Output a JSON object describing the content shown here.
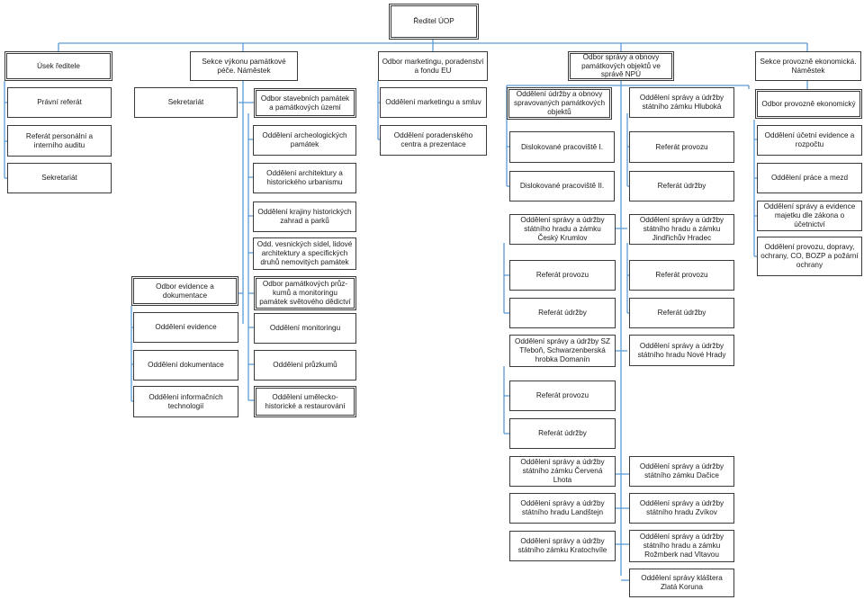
{
  "title": "Ředitel ÚOP",
  "sections": {
    "usek": "Úsek ředitele",
    "sekce_pece": "Sekce výkonu památkové péče. Náměstek",
    "marketing": "Odbor marketingu, poradenství a fondu EU",
    "odbor_spravy": "Odbor správy a obnovy památkových objektů ve správě NPÚ",
    "sekce_eko": "Sekce provozně ekonomická. Náměstek"
  },
  "usek_items": [
    "Právní referát",
    "Referát personální a interního auditu",
    "Sekretariát"
  ],
  "pece": {
    "sekretariat": "Sekretariát",
    "odbor_stavebnich": "Odbor stavebních památek a památkových území",
    "departments": [
      "Oddělení archeologických památek",
      "Oddělení architektury a historického urbanismu",
      "Oddělení krajiny historických zahrad a parků",
      "Odd. vesnických sídel, lidové architektury a specifických druhů nemovitých památek"
    ],
    "odbor_pruzkumu": "Odbor památkových průz-kumů a monitoringu památek světového dědictví",
    "pruzkumy_items": [
      "Oddělení monitoringu",
      "Oddělení průzkumů",
      "Oddělení umělecko-historické a restaurování"
    ],
    "odbor_evidence": "Odbor evidence a dokumentace",
    "evidence_items": [
      "Oddělení evidence",
      "Oddělení dokumentace",
      "Oddělení informačních technologií"
    ]
  },
  "marketing_items": [
    "Oddělení marketingu a smluv",
    "Oddělení poradenského centra a prezentace"
  ],
  "sprava": {
    "col1_head": "Oddělení údržby a obnovy spravovaných památkových objektů",
    "col1_items": [
      "Dislokované pracoviště I.",
      "Dislokované pracoviště II."
    ],
    "col2_head": "Oddělení správy a údržby státního zámku Hluboká",
    "col2_items": [
      "Referát provozu",
      "Referát údržby"
    ],
    "cesky_krumlov": "Oddělení správy a údržby státního hradu a zámku Český Krumlov",
    "ck_items": [
      "Referát provozu",
      "Referát údržby"
    ],
    "jindrichuv": "Oddělení správy a údržby státního hradu a zámku Jindřichův Hradec",
    "jh_items": [
      "Referát provozu",
      "Referát údržby"
    ],
    "trebon": "Oddělení správy a údržby SZ Třeboň, Schwarzenberská hrobka Domanín",
    "trebon_items": [
      "Referát provozu",
      "Referát údržby"
    ],
    "nove_hrady": "Oddělení správy a údržby státního hradu Nové Hrady",
    "col1_rest": [
      "Oddělení správy a údržby státního zámku Červená Lhota",
      "Oddělení správy a údržby státního hradu Landštejn",
      "Oddělení správy a údržby státního zámku Kratochvíle"
    ],
    "col2_rest": [
      "Oddělení správy a údržby státního zámku Dačice",
      "Oddělení správy a údržby státního hradu Zvíkov",
      "Oddělení správy a údržby státního hradu a zámku Rožmberk nad Vltavou",
      "Oddělení správy kláštera Zlatá Koruna"
    ]
  },
  "eko": {
    "odbor": "Odbor provozně ekonomický",
    "items": [
      "Oddělení účetní evidence a rozpočtu",
      "Oddělení práce a mezd",
      "Oddělení správy a evidence majetku dle zákona o účetnictví",
      "Oddělení provozu, dopravy, ochrany, CO, BOZP a požární ochrany"
    ]
  },
  "colors": {
    "line": "#5b9bd5",
    "border": "#3a3a3a"
  }
}
